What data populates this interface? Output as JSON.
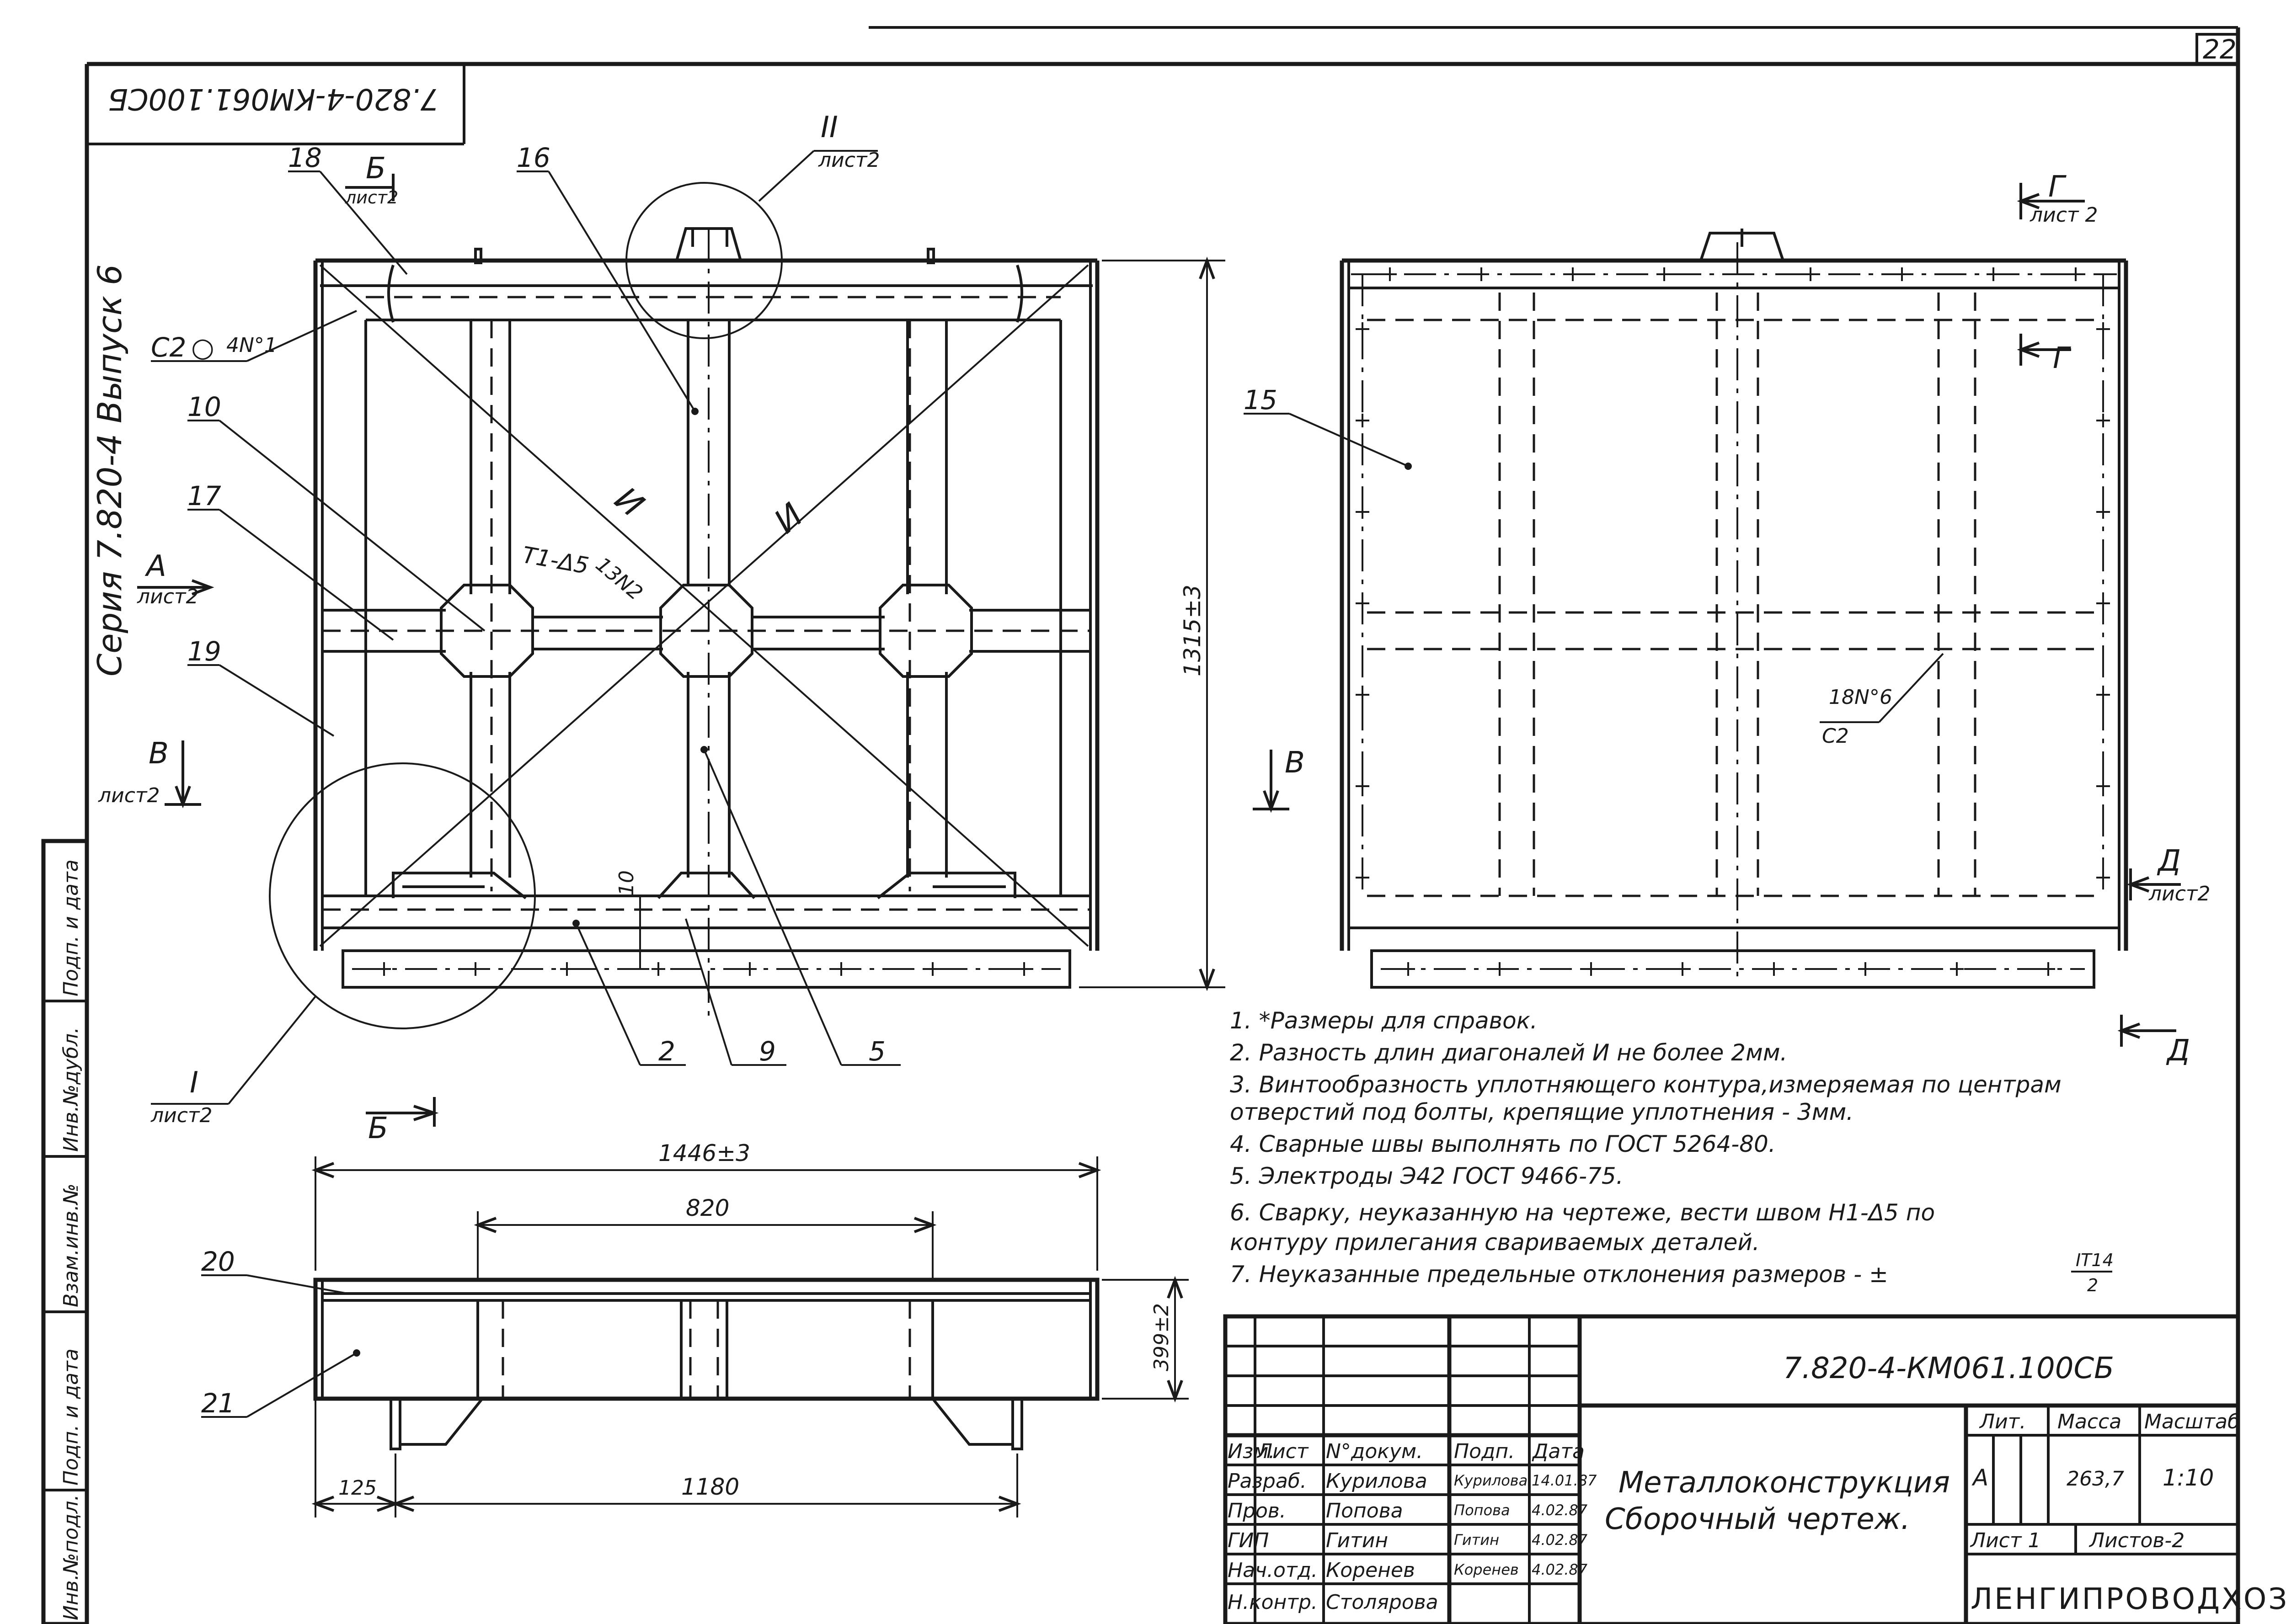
{
  "sheet_number": "22",
  "doc_code_rotated": "7.820-4-КМ061.100СБ",
  "series_label": "Серия 7.820-4   Выпуск 6",
  "side_stamp": {
    "col1": "Инв.№подл.",
    "col2": "Подп. и дата",
    "col3": "Взам.инв.№",
    "col4": "Инв.№дубл.",
    "col5": "Подп. и дата"
  },
  "callouts": {
    "p18": "18",
    "p16": "16",
    "p10": "10",
    "p17": "17",
    "p19": "19",
    "p15": "15",
    "p2": "2",
    "p9": "9",
    "p5": "5",
    "p20": "20",
    "p21": "21"
  },
  "weld_labels": {
    "c2_main": "С2",
    "c2_circle_sym": "○",
    "c2_num": "4N°1",
    "t1": "Т1-Δ5",
    "t1_len": "13N2",
    "n18": "18N°6",
    "c2_right": "С2"
  },
  "view_labels": {
    "A": "А",
    "A_sheet": "лист2",
    "B_left": "В",
    "B_left_sheet": "лист2",
    "B_right": "В",
    "B_top": "Б",
    "B_top_sheet": "лист2",
    "B_bottom": "Б",
    "G_top": "Г",
    "G_top_sheet": "лист 2",
    "G_mid": "Г",
    "D_right": "Д",
    "D_right_sheet": "лист2",
    "D_bottom": "Д",
    "I_node": "I",
    "I_node_sheet": "лист2",
    "II_node": "II",
    "II_node_sheet": "лист2",
    "diag1": "И",
    "diag2": "И"
  },
  "dimensions": {
    "height": "1315±3",
    "gap": "10",
    "width_total": "1446±3",
    "width_820": "820",
    "depth": "399±2",
    "dim_125": "125",
    "dim_1180": "1180"
  },
  "notes": [
    "1. *Размеры для справок.",
    "2. Разность длин диагоналей И не более 2мм.",
    "3. Винтообразность уплотняющего контура,измеряемая по центрам",
    "отверстий под болты, крепящие уплотнения - 3мм.",
    "4. Сварные швы выполнять по ГОСТ 5264-80.",
    "5. Электроды Э42 ГОСТ 9466-75.",
    "6. Сварку, неуказанную на чертеже, вести швом Н1-Δ5 по",
    "контуру прилегания свариваемых деталей.",
    "7. Неуказанные предельные отклонения размеров - ±"
  ],
  "note7_fraction": {
    "num": "IT14",
    "den": "2"
  },
  "title_block": {
    "doc_code": "7.820-4-КМ061.100СБ",
    "title_line1": "Металлоконструкция",
    "title_line2": "Сборочный чертеж.",
    "col_izm": "Изм.",
    "col_list": "Лист",
    "col_ndok": "N°докум.",
    "col_podp": "Подп.",
    "col_data": "Дата",
    "rows": [
      {
        "role": "Разраб.",
        "name": "Курилова",
        "sign": "Курилова",
        "date": "14.01.87"
      },
      {
        "role": "Пров.",
        "name": "Попова",
        "sign": "Попова",
        "date": "4.02.87"
      },
      {
        "role": "ГИП",
        "name": "Гитин",
        "sign": "Гитин",
        "date": "4.02.87"
      },
      {
        "role": "Нач.отд.",
        "name": "Коренев",
        "sign": "Коренев",
        "date": "4.02.87"
      },
      {
        "role": "Н.контр.",
        "name": "Столярова",
        "sign": "",
        "date": ""
      }
    ],
    "lit_label": "Лит.",
    "mass_label": "Масса",
    "scale_label": "Масштаб",
    "lit_value": "А",
    "mass_value": "263,7",
    "scale_value": "1:10",
    "sheet_label": "Лист 1",
    "sheets_label": "Листов-2",
    "org": "ЛЕНГИПРОВОДХОЗ"
  }
}
